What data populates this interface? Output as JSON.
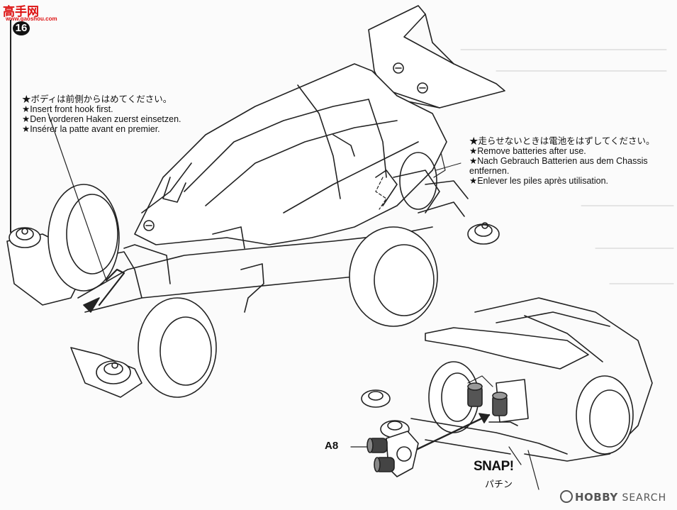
{
  "logo": {
    "text": "高手网",
    "url": "www.gaoshou.com"
  },
  "step": {
    "number": "16"
  },
  "notes": {
    "front_hook": [
      "★ボディは前側からはめてください。",
      "★Insert front hook first.",
      "★Den vorderen Haken zuerst einsetzen.",
      "★Insérer la patte avant en premier."
    ],
    "batteries": [
      "★走らせないときは電池をはずしてください。",
      "★Remove batteries after use.",
      "★Nach Gebrauch Batterien aus dem Chassis",
      "entfernen.",
      "★Enlever les piles après utilisation."
    ]
  },
  "labels": {
    "part": "A8",
    "snap": "SNAP!",
    "snap_jp": "パチン"
  },
  "watermark": {
    "brand": "HOBBY",
    "sub": "SEARCH"
  }
}
